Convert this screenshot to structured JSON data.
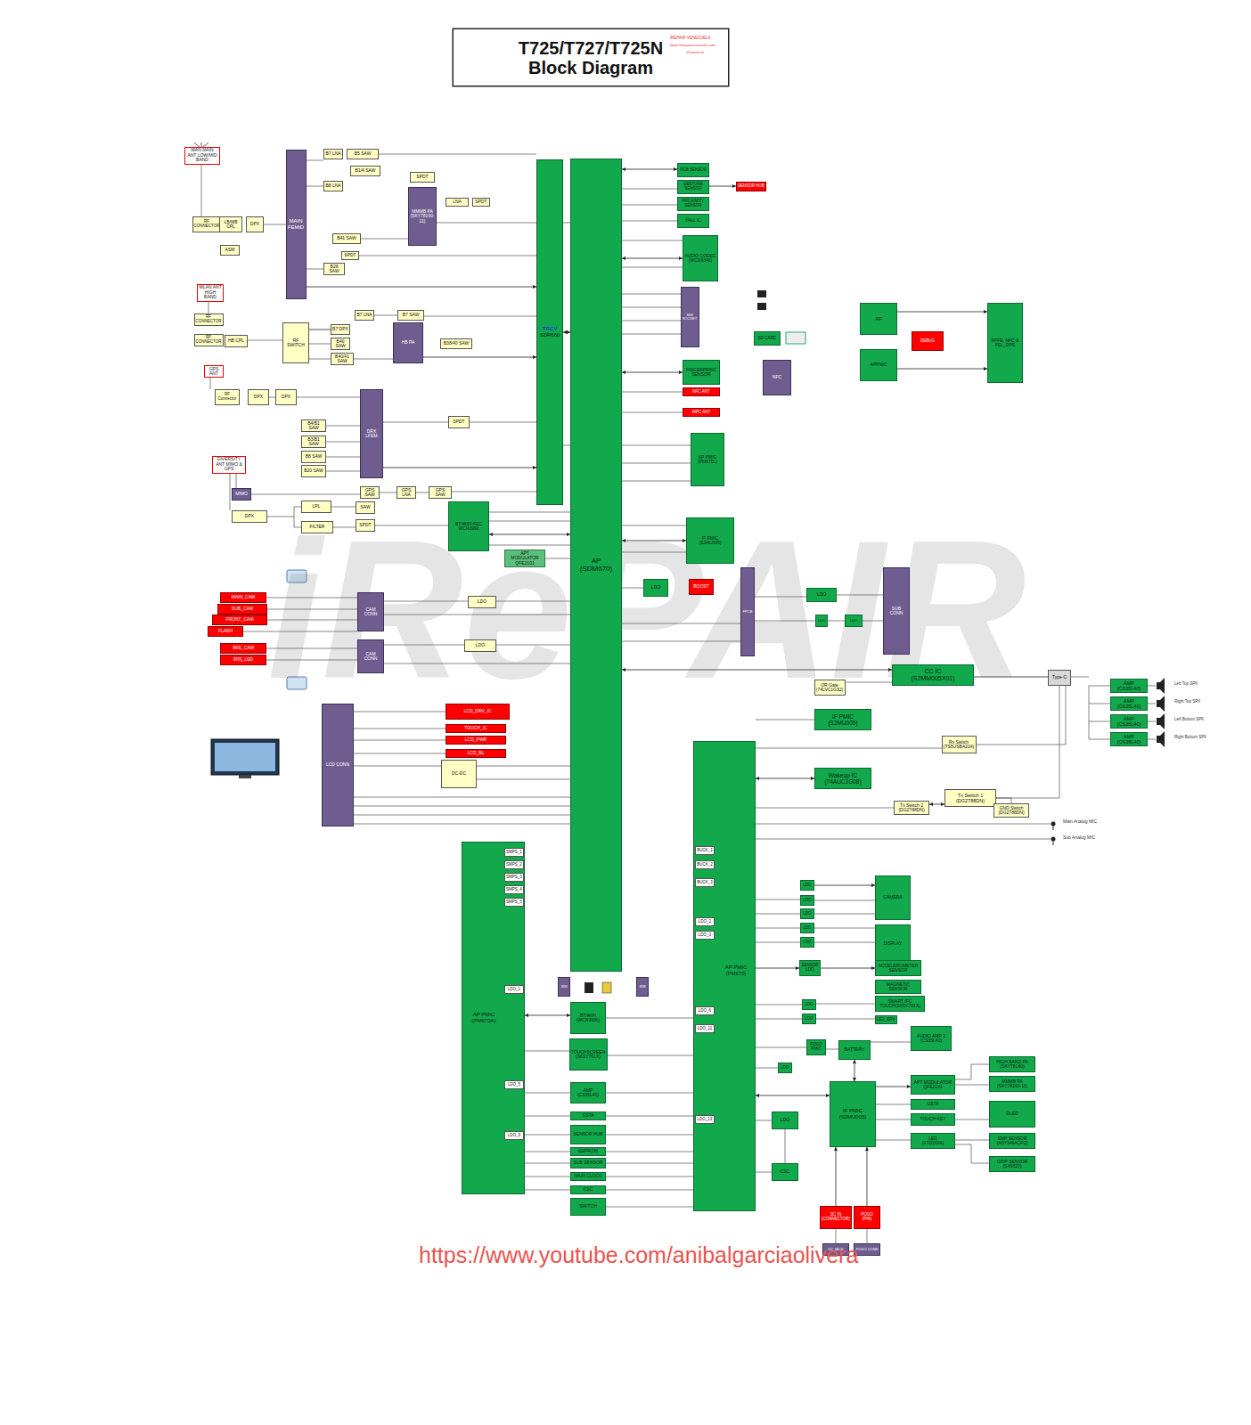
{
  "diagram": {
    "nodes": [
      {
        "text": [
          "T725/T727/T725N Block Diagram"
        ]
      },
      {
        "text": [
          "WAN MAIN ANT LOW/MID BAND"
        ]
      },
      {
        "text": [
          "RF CONNECTOR"
        ]
      },
      {
        "text": [
          "LB/MB CPL"
        ]
      },
      {
        "text": [
          "DPX"
        ]
      },
      {
        "text": [
          "ASM"
        ]
      },
      {
        "text": [
          "MAIN FEMiD"
        ]
      },
      {
        "text": [
          "B7 LNA"
        ]
      },
      {
        "text": [
          "B5 SAW"
        ]
      },
      {
        "text": [
          "B1/4 SAW"
        ]
      },
      {
        "text": [
          "B8 LNA"
        ]
      },
      {
        "text": [
          "SPDT"
        ]
      },
      {
        "text": [
          "MMMB PA",
          "(SKY78160-11)"
        ]
      },
      {
        "text": [
          "LNA"
        ]
      },
      {
        "text": [
          "SPDT"
        ]
      },
      {
        "text": [
          "B41 SAW"
        ]
      },
      {
        "text": [
          "SPDT"
        ]
      },
      {
        "text": [
          "B28 SAW"
        ]
      },
      {
        "text": [
          "WLAN ANT HIGH BAND"
        ]
      },
      {
        "text": [
          "RF CONNECTOR"
        ]
      },
      {
        "text": [
          "RF CONNECTOR"
        ]
      },
      {
        "text": [
          "HB CPL"
        ]
      },
      {
        "text": [
          "RF SWITCH"
        ]
      },
      {
        "text": [
          "B7 DPX"
        ]
      },
      {
        "text": [
          "B7 LNA"
        ]
      },
      {
        "text": [
          "B7 SAW"
        ]
      },
      {
        "text": [
          "B40 SAW"
        ]
      },
      {
        "text": [
          "B40/41 SAW"
        ]
      },
      {
        "text": [
          "HB PA"
        ]
      },
      {
        "text": [
          "B38/40 SAW"
        ]
      },
      {
        "text": [
          "GPS ANT"
        ]
      },
      {
        "text": [
          "RF Connector"
        ]
      },
      {
        "text": [
          "DPX"
        ]
      },
      {
        "text": [
          "DPX"
        ]
      },
      {
        "text": [
          "DRX LFEM"
        ]
      },
      {
        "text": [
          "B4/B1 SAW"
        ]
      },
      {
        "text": [
          "B3/B1 SAW"
        ]
      },
      {
        "text": [
          "B8 SAW"
        ]
      },
      {
        "text": [
          "B20 SAW"
        ]
      },
      {
        "text": [
          "SPDT"
        ]
      },
      {
        "text": [
          "DIVERSITY ANT MIMO & GPS"
        ]
      },
      {
        "text": [
          "MIMO"
        ]
      },
      {
        "text": [
          "GPS SAW"
        ]
      },
      {
        "text": [
          "GPS LNA"
        ]
      },
      {
        "text": [
          "GPS SAW"
        ]
      },
      {
        "text": [
          "DPX"
        ]
      },
      {
        "text": [
          "LPL"
        ]
      },
      {
        "text": [
          "SAW"
        ]
      },
      {
        "text": [
          "FILTER"
        ]
      },
      {
        "text": [
          "SPDT"
        ]
      },
      {
        "text": [
          "BT/WIFI-FEC",
          "WCN3990"
        ]
      },
      {
        "text": [
          "APT MODULATOR",
          "QFE2101"
        ]
      },
      {
        "text": [
          "TRCV",
          "SDR660"
        ]
      },
      {
        "text": [
          "AP",
          "(SDM670)"
        ]
      },
      {
        "text": [
          "MAIN_CAM"
        ]
      },
      {
        "text": [
          "SUB_CAM"
        ]
      },
      {
        "text": [
          "FRONT_CAM"
        ]
      },
      {
        "text": [
          "FLASH"
        ]
      },
      {
        "text": [
          "IRIS_CAM"
        ]
      },
      {
        "text": [
          "IRIS_LED"
        ]
      },
      {
        "text": [
          "CAM CONN"
        ]
      },
      {
        "text": [
          "CAM CONN"
        ]
      },
      {
        "text": [
          "LDO"
        ]
      },
      {
        "text": [
          "LDO"
        ]
      },
      {
        "text": [
          "LCD CONN"
        ]
      },
      {
        "text": [
          "LCD_DRV_IC"
        ]
      },
      {
        "text": [
          "TOUCH_IC"
        ]
      },
      {
        "text": [
          "LCD_PWR"
        ]
      },
      {
        "text": [
          "LCD_BL"
        ]
      },
      {
        "text": [
          "DC-DC"
        ]
      },
      {
        "text": [
          "AP PMIC",
          "(PM670A)"
        ]
      },
      {
        "text": [
          "SMPS_1"
        ],
        "in": 70
      },
      {
        "text": [
          "SMPS_2"
        ],
        "in": 70
      },
      {
        "text": [
          "SMPS_3"
        ],
        "in": 70
      },
      {
        "text": [
          "SMPS_4"
        ],
        "in": 70
      },
      {
        "text": [
          "SMPS_5"
        ],
        "in": 70
      },
      {
        "text": [
          "LDO_1"
        ],
        "in": 70
      },
      {
        "text": [
          "LDO_5"
        ],
        "in": 70
      },
      {
        "text": [
          "LDO_9"
        ],
        "in": 70
      },
      {
        "text": [
          "BT/WIFI",
          "(WCN3990)"
        ]
      },
      {
        "text": [
          "TOUCHSCREEN",
          "(S6SY761X)"
        ]
      },
      {
        "text": [
          "AMP (CS35L40)"
        ]
      },
      {
        "text": [
          "GSTA"
        ]
      },
      {
        "text": [
          "SENSOR HUB"
        ]
      },
      {
        "text": [
          "EEPROM"
        ]
      },
      {
        "text": [
          "SUB SENSOR"
        ]
      },
      {
        "text": [
          "MAIN CLOCK"
        ]
      },
      {
        "text": [
          "CSC"
        ]
      },
      {
        "text": [
          "SWITCH"
        ]
      },
      {
        "text": [
          "SIM"
        ]
      },
      {
        "text": [
          "SIM"
        ]
      },
      {
        "text": [
          "AP PMIC",
          "(PM670)"
        ]
      },
      {
        "text": [
          "BUCK_1"
        ],
        "in": 91
      },
      {
        "text": [
          "BUCK_2"
        ],
        "in": 91
      },
      {
        "text": [
          "BUCK_3"
        ],
        "in": 91
      },
      {
        "text": [
          "LDO_2"
        ],
        "in": 91
      },
      {
        "text": [
          "LDO_3"
        ],
        "in": 91
      },
      {
        "text": [
          "LDO_6"
        ],
        "in": 91
      },
      {
        "text": [
          "LDO_11"
        ],
        "in": 91
      },
      {
        "text": [
          "LDO_13"
        ],
        "in": 91
      },
      {
        "text": [
          "RGB SENSOR"
        ]
      },
      {
        "text": [
          "GESTURE SENSOR"
        ]
      },
      {
        "text": [
          "PROXIMITY SENSOR"
        ]
      },
      {
        "text": [
          "HALL IC"
        ]
      },
      {
        "text": [
          "SENSOR HUB"
        ]
      },
      {
        "text": [
          "AUDIO CODEC",
          "(WCD9340)"
        ]
      },
      {
        "text": [
          "SIM SOCKET"
        ]
      },
      {
        "text": [
          "SD CARD"
        ]
      },
      {
        "text": [
          "FINGERPRINT SENSOR"
        ]
      },
      {
        "text": [
          "NFC"
        ]
      },
      {
        "text": [
          "NFC ANT"
        ]
      },
      {
        "text": [
          "WPC ANT"
        ]
      },
      {
        "text": [
          "AP PMIC",
          "(PM670L)"
        ]
      },
      {
        "text": [
          "IF PMIC",
          "(S2MU005)"
        ]
      },
      {
        "text": [
          "LDO"
        ]
      },
      {
        "text": [
          "BOOST"
        ]
      },
      {
        "text": [
          "FPCB"
        ]
      },
      {
        "text": [
          "LDO"
        ]
      },
      {
        "text": [
          "LDO"
        ]
      },
      {
        "text": [
          "LDO"
        ]
      },
      {
        "text": [
          "SUB CONN"
        ]
      },
      {
        "text": [
          "AP"
        ]
      },
      {
        "text": [
          "APPMIC"
        ]
      },
      {
        "text": [
          "DEBUG"
        ]
      },
      {
        "text": [
          "RFFE, NFC & FEL_DPS"
        ]
      },
      {
        "text": [
          "CC IC",
          "(S2MM005X01)"
        ]
      },
      {
        "text": [
          "Type-C"
        ]
      },
      {
        "text": [
          "OR Gate",
          "(74LVC1G32)"
        ]
      },
      {
        "text": [
          "IF PMIC",
          "(S2MU005)"
        ]
      },
      {
        "text": [
          "Rx Switch",
          "(TS5USBA224)"
        ]
      },
      {
        "text": [
          "Wakeup IC",
          "(74AUC1G08)"
        ]
      },
      {
        "text": [
          "Tx Switch 1",
          "(DG2788DN)"
        ]
      },
      {
        "text": [
          "Tx Switch 2",
          "(DG2788DN)"
        ]
      },
      {
        "text": [
          "GND Switch",
          "(DG2788DN)"
        ]
      },
      {
        "text": [
          "AMP",
          "(CS35L40)"
        ]
      },
      {
        "text": [
          "AMP",
          "(CS35L40)"
        ]
      },
      {
        "text": [
          "AMP",
          "(CS35L40)"
        ]
      },
      {
        "text": [
          "AMP",
          "(CS35L40)"
        ]
      },
      {
        "text": [
          "LDO"
        ]
      },
      {
        "text": [
          "LDO"
        ]
      },
      {
        "text": [
          "LDO"
        ]
      },
      {
        "text": [
          "LDO"
        ]
      },
      {
        "text": [
          "LDO"
        ]
      },
      {
        "text": [
          "CAMERA"
        ]
      },
      {
        "text": [
          "DISPLAY"
        ]
      },
      {
        "text": [
          "SENSOR LDO"
        ]
      },
      {
        "text": [
          "ACCELEROMETER SENSOR"
        ]
      },
      {
        "text": [
          "MAGNETIC SENSOR"
        ]
      },
      {
        "text": [
          "LDO"
        ]
      },
      {
        "text": [
          "LDO"
        ]
      },
      {
        "text": [
          "SMART IFC",
          "TOUCH(S6SY761X)"
        ]
      },
      {
        "text": [
          "LED_DRV"
        ]
      },
      {
        "text": [
          "POGO PMIC"
        ]
      },
      {
        "text": [
          "BATTERY"
        ]
      },
      {
        "text": [
          "AUDIO AMP 1",
          "(CS35L40)"
        ]
      },
      {
        "text": [
          "LDO"
        ]
      },
      {
        "text": [
          "IF PMIC",
          "(S2MU005)"
        ]
      },
      {
        "text": [
          "APT MODULATOR",
          "QFE2101"
        ]
      },
      {
        "text": [
          "HIGH BAND PA",
          "(SKY78160)"
        ]
      },
      {
        "text": [
          "MMMB PA",
          "(SKY78160-11)"
        ]
      },
      {
        "text": [
          "GSTA"
        ]
      },
      {
        "text": [
          "OLED"
        ]
      },
      {
        "text": [
          "TOUCH KEY"
        ]
      },
      {
        "text": [
          "LED",
          "(KTD2026)"
        ]
      },
      {
        "text": [
          "SMP SENSOR",
          "(AD7146ACPZ)"
        ]
      },
      {
        "text": [
          "GRIP SENSOR",
          "(SX9320)"
        ]
      },
      {
        "text": [
          "LDO"
        ]
      },
      {
        "text": [
          "CSC"
        ]
      },
      {
        "text": [
          "DC IN",
          "(CONNECTOR)"
        ]
      },
      {
        "text": [
          "POGO",
          "(PIN)"
        ]
      },
      {
        "text": [
          "DC JACK"
        ]
      },
      {
        "text": [
          "POGO CONN"
        ]
      }
    ],
    "edges": [
      {
        "from": 6,
        "to": 52,
        "arrow": "to"
      },
      {
        "from": 22,
        "to": 23,
        "arrow": "none"
      },
      {
        "from": 28,
        "to": 52,
        "arrow": "to"
      },
      {
        "from": 34,
        "to": 52,
        "arrow": "to"
      },
      {
        "from": 50,
        "to": 53,
        "arrow": "both"
      },
      {
        "from": 52,
        "to": 53,
        "arrow": "both"
      },
      {
        "from": 53,
        "to": 125,
        "arrow": "both"
      },
      {
        "from": 125,
        "to": 126,
        "arrow": "none"
      },
      {
        "from": 91,
        "to": 130,
        "arrow": "both"
      },
      {
        "from": 132,
        "to": 131,
        "arrow": "both"
      },
      {
        "from": 168,
        "to": 156,
        "arrow": "to"
      },
      {
        "from": 169,
        "to": 156,
        "arrow": "to"
      },
      {
        "from": 156,
        "to": 153,
        "arrow": "both"
      },
      {
        "from": 156,
        "to": 157,
        "arrow": "to"
      },
      {
        "from": 70,
        "to": 79,
        "arrow": "both"
      },
      {
        "from": 53,
        "to": 100,
        "arrow": "both"
      },
      {
        "from": 53,
        "to": 105,
        "arrow": "both"
      },
      {
        "from": 53,
        "to": 108,
        "arrow": "both"
      },
      {
        "from": 121,
        "to": 124,
        "arrow": "to"
      },
      {
        "from": 122,
        "to": 124,
        "arrow": "to"
      },
      {
        "from": 138,
        "to": 143,
        "arrow": "to"
      },
      {
        "from": 91,
        "to": 145,
        "arrow": "to"
      },
      {
        "from": 145,
        "to": 146,
        "arrow": "to"
      },
      {
        "from": 101,
        "to": 104,
        "arrow": "to"
      },
      {
        "from": 113,
        "to": 53,
        "arrow": "both"
      },
      {
        "from": 91,
        "to": 156,
        "arrow": "both"
      }
    ],
    "labels": [
      "iREPAIR VENEZUELA",
      "https://irepairvenezuela.com/",
      "@irepair.ve",
      "iRePAIR",
      "https://www.youtube.com/anibalgarciaolivera",
      "Left Top SPK",
      "Right Top SPK",
      "Left Bottom SPK",
      "Right Bottom SPK",
      "Main Analog MIC",
      "Sub Analog MIC"
    ]
  }
}
